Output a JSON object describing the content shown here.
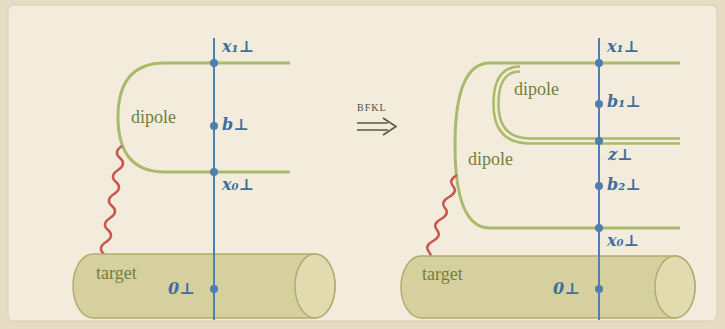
{
  "diagram": {
    "nodes": [
      {
        "text": [
          "target"
        ]
      },
      {
        "text": [
          "target"
        ]
      }
    ],
    "labels": [
      "x₁⊥",
      "dipole",
      "b⊥",
      "x₀⊥",
      "0⊥",
      "BFKL",
      "x₁⊥",
      "dipole",
      "b₁⊥",
      "z⊥",
      "dipole",
      "b₂⊥",
      "x₀⊥",
      "0⊥"
    ]
  }
}
